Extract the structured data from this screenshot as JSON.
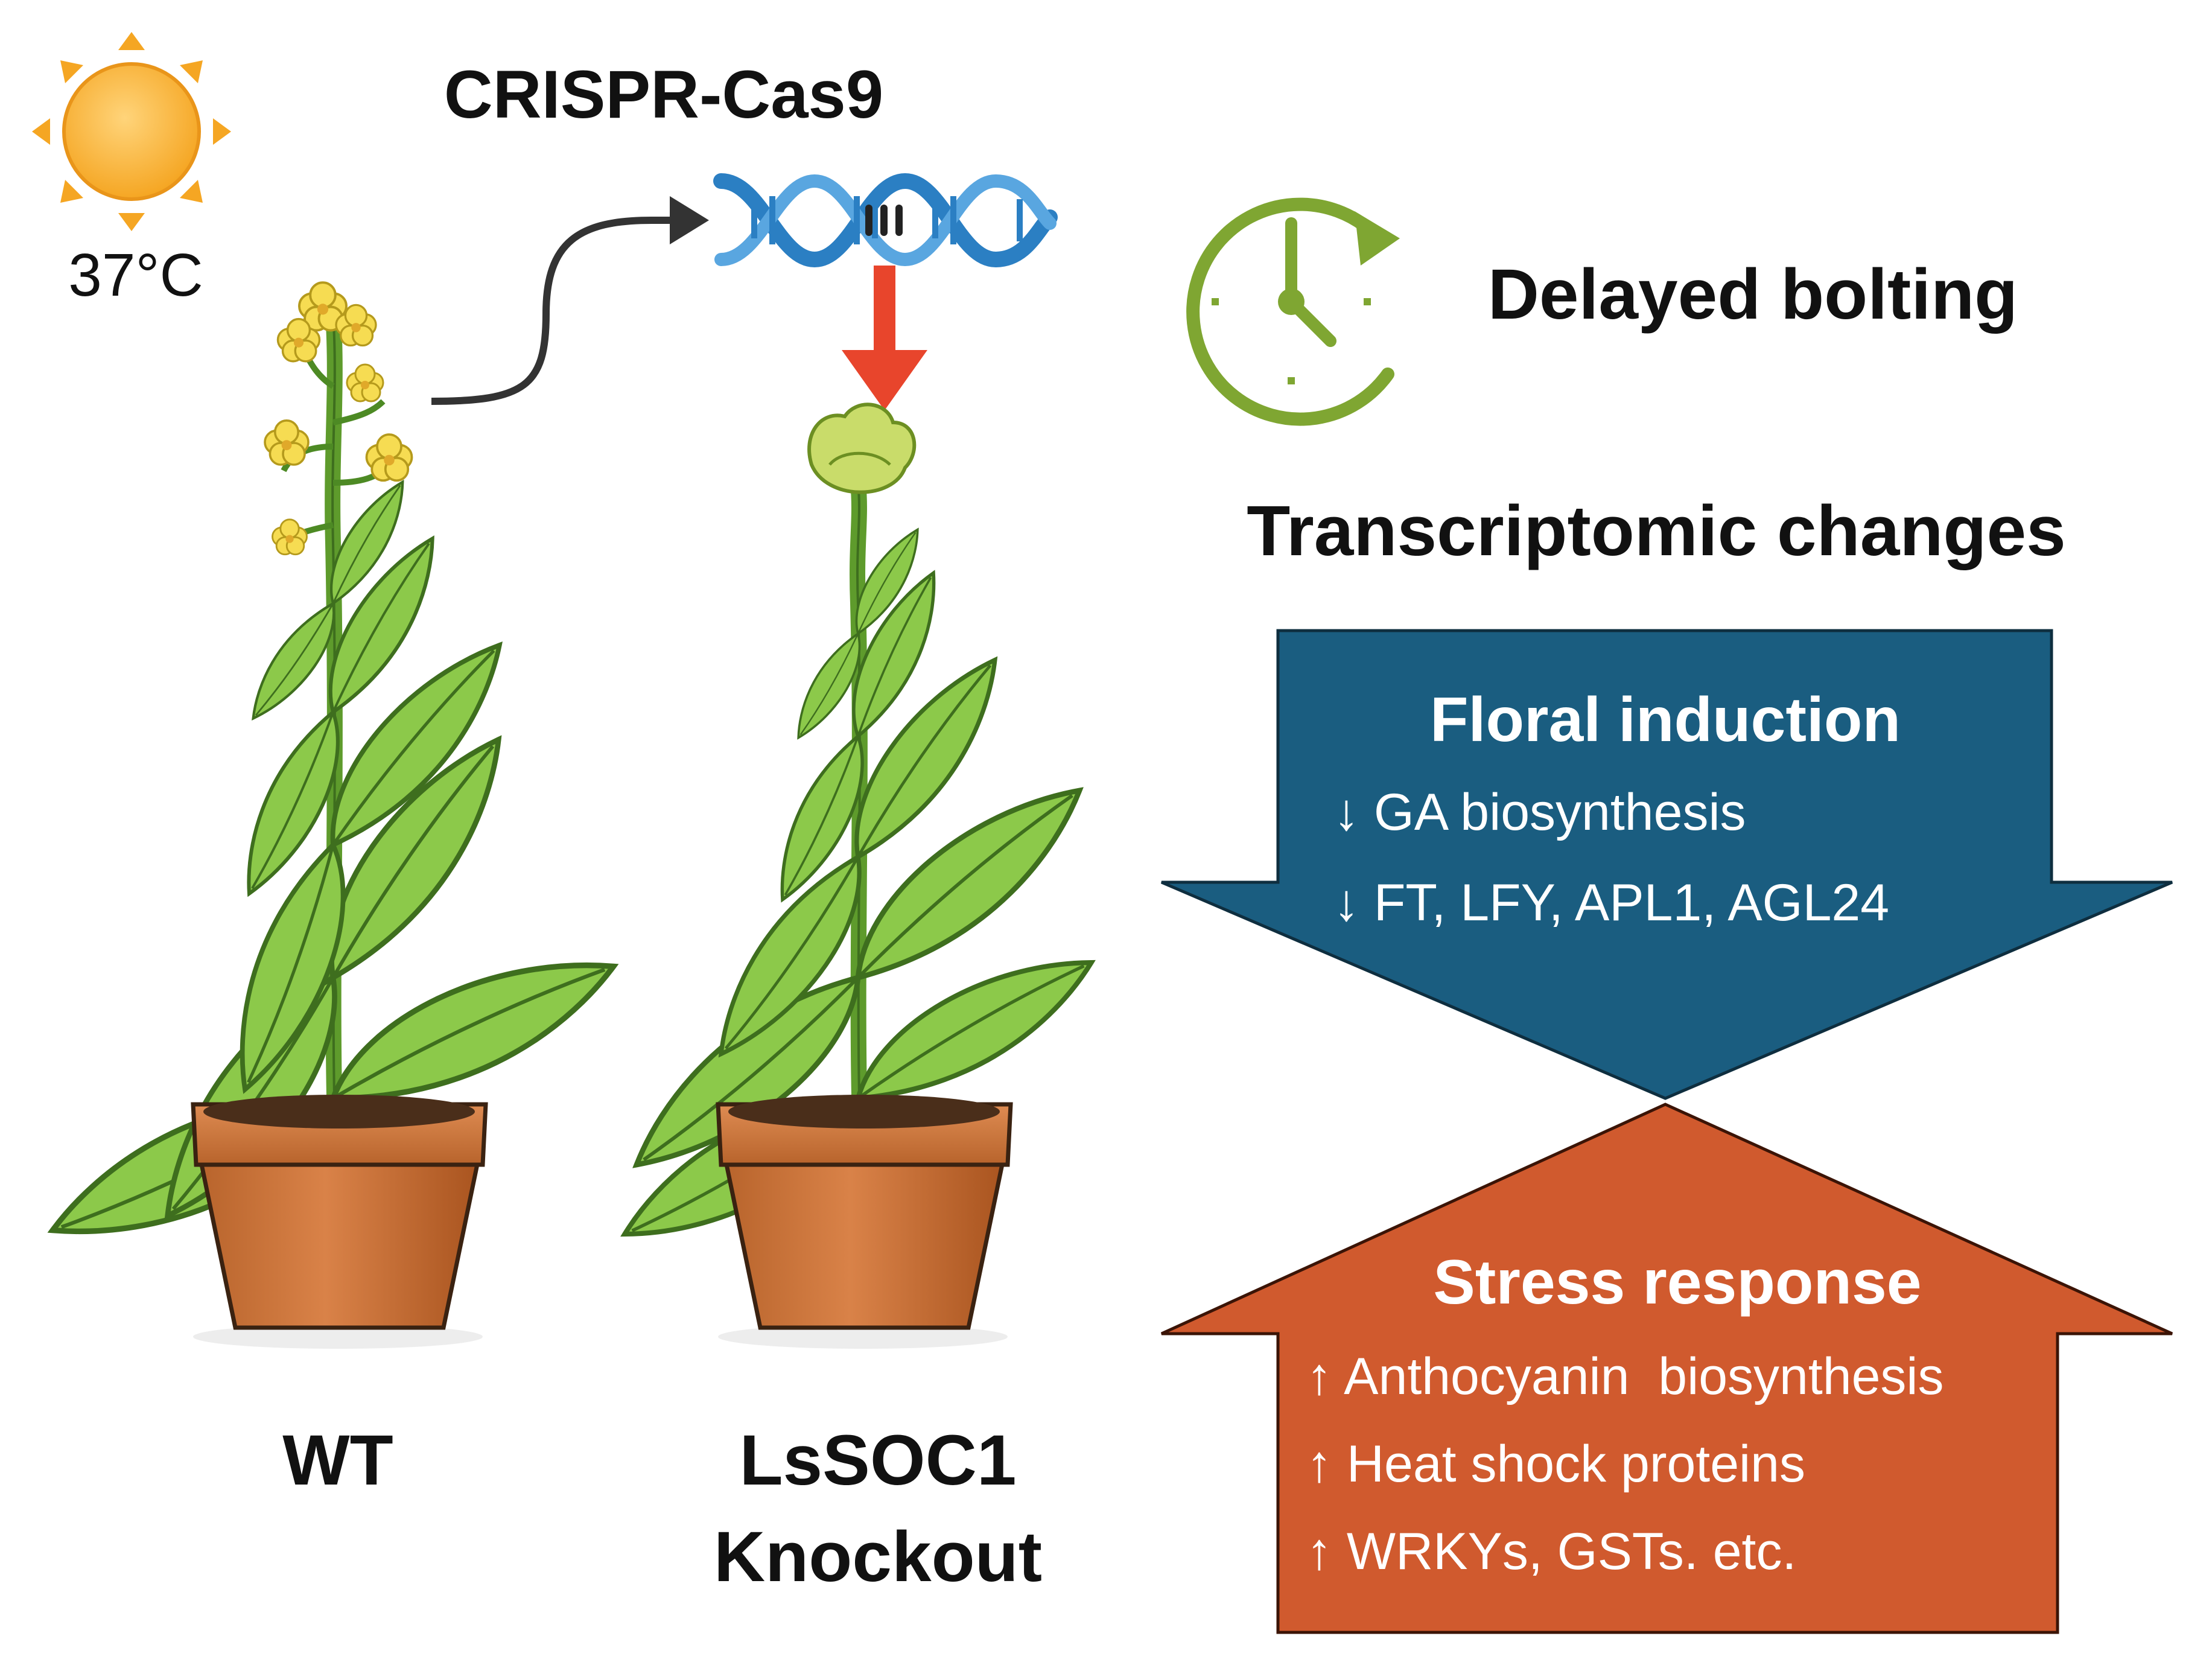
{
  "temperature": {
    "label": "37°C",
    "icon": "sun-icon",
    "color": "#F5A623"
  },
  "crispr": {
    "title": "CRISPR-Cas9",
    "icon": "dna-helix-icon",
    "helix_color": "#2B7FC3",
    "cut_arrow_color": "#E8452C"
  },
  "plants": {
    "wt": {
      "label": "WT"
    },
    "knockout": {
      "label_line1": "LsSOC1",
      "label_line2": "Knockout"
    }
  },
  "phenotype": {
    "label": "Delayed bolting",
    "icon": "clock-icon",
    "color": "#7FA632"
  },
  "transcriptome": {
    "title": "Transcriptomic changes",
    "floral": {
      "title": "Floral induction",
      "color": "#1A5D80",
      "items": [
        "↓ GA biosynthesis",
        "↓ FT, LFY, APL1, AGL24"
      ]
    },
    "stress": {
      "title": "Stress response",
      "color": "#D05A2E",
      "items": [
        "↑ Anthocyanin  biosynthesis",
        "↑ Heat shock proteins",
        "↑ WRKYs, GSTs. etc."
      ]
    }
  }
}
